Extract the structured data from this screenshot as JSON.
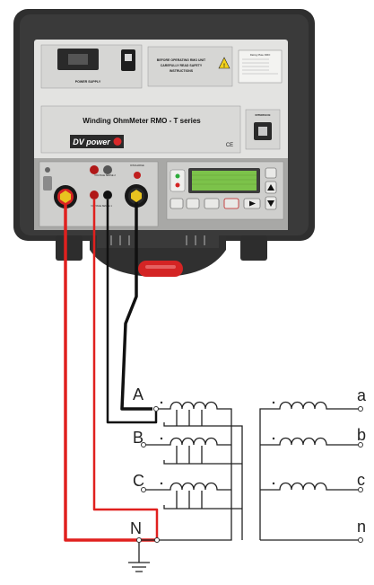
{
  "device": {
    "power_supply_label": "POWER SUPPLY",
    "warning_lines": [
      "BEFORE OPERATING RMO UNIT",
      "CAREFULLY READ SAFETY",
      "INSTRUCTIONS"
    ],
    "nameplate_title": "Winding OhmMeter RMO - T series",
    "ce_mark": "CE",
    "interface_label": "INTERFACE",
    "brand": "DV power",
    "voltage_sense_2": "VOLTAGE SENSE 2",
    "voltage_sense_1": "VOLTAGE SENSE 1",
    "discharge_label": "DISCHARGE",
    "rating_plate_title": "Rating Plate RMO"
  },
  "diagram": {
    "primary_terminals": [
      "A",
      "B",
      "C",
      "N"
    ],
    "secondary_terminals": [
      "a",
      "b",
      "c",
      "n"
    ]
  },
  "colors": {
    "red_lead": "#e0201e",
    "black_lead": "#111111",
    "case": "#2e2e2e",
    "panel": "#e3e3e1",
    "display": "#7cc24a"
  }
}
